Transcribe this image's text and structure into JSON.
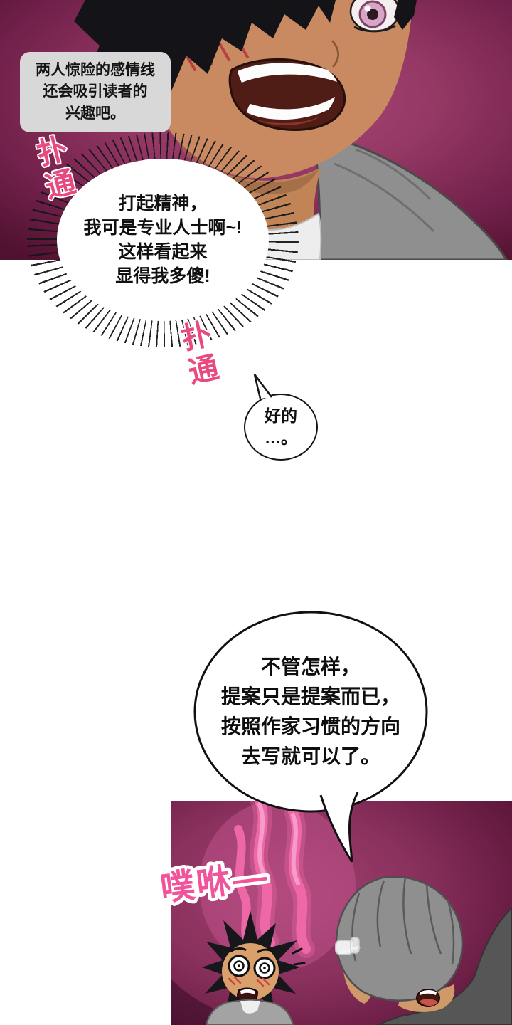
{
  "page": {
    "type": "manhwa-comic-page",
    "bg": "#ffffff"
  },
  "colors": {
    "panel_magenta": "#8e2f5e",
    "sfx_heartbeat_pink": "#e8497e",
    "sfx_thud_pink": "#f2549c",
    "caption_bubble_gray": "#d8d8d8",
    "speech_bubble_white": "#ffffff"
  },
  "bubbles": {
    "caption": {
      "lines": [
        "两人惊险的感情线",
        "还会吸引读者的",
        "兴趣吧。"
      ]
    },
    "burst": {
      "lines": [
        "打起精神，",
        "我可是专业人士啊~!",
        "这样看起来",
        "显得我多傻!"
      ]
    },
    "reply": {
      "lines": [
        "好的",
        "…。"
      ]
    },
    "proposal": {
      "lines": [
        "不管怎样，",
        "提案只是提案而已，",
        "按照作家习惯的方向",
        "去写就可以了。"
      ]
    }
  },
  "sfx": {
    "heartbeat_top": "扑通",
    "heartbeat_mid": "扑通",
    "thud": "噗咻—"
  }
}
